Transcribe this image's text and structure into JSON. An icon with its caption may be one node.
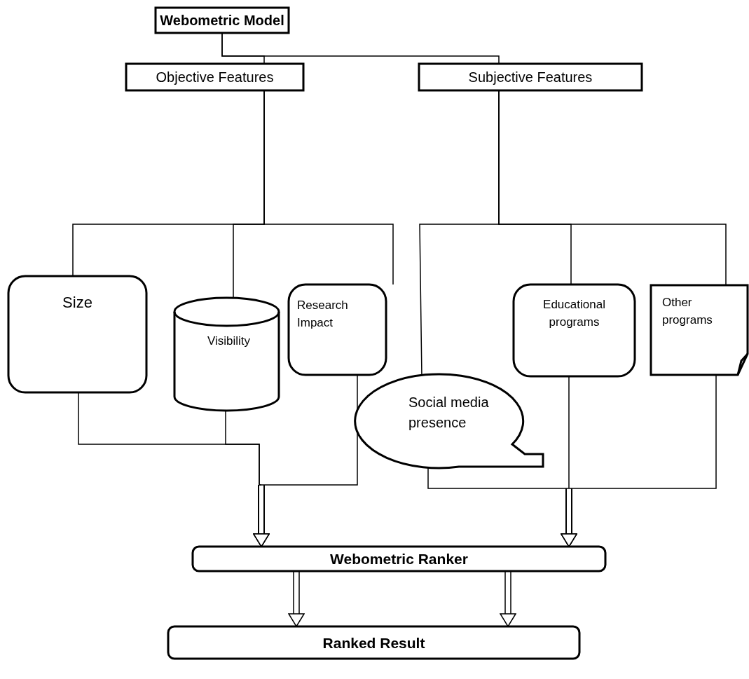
{
  "diagram": {
    "nodes": [
      {
        "text": [
          "Webometric Model"
        ]
      },
      {
        "text": [
          "Objective Features"
        ]
      },
      {
        "text": [
          "Subjective Features"
        ]
      },
      {
        "text": [
          "Size"
        ]
      },
      {
        "text": [
          "Visibility"
        ]
      },
      {
        "text": [
          "Research Impact"
        ]
      },
      {
        "text": [
          "Social media presence"
        ]
      },
      {
        "text": [
          "Educational programs"
        ]
      },
      {
        "text": [
          "Other programs"
        ]
      },
      {
        "text": [
          "Webometric Ranker"
        ]
      },
      {
        "text": [
          "Ranked Result"
        ]
      }
    ],
    "edges": [
      {
        "from": 0,
        "to": 1,
        "arrow": "none"
      },
      {
        "from": 0,
        "to": 2,
        "arrow": "none"
      },
      {
        "from": 1,
        "to": 3,
        "arrow": "none"
      },
      {
        "from": 1,
        "to": 4,
        "arrow": "none"
      },
      {
        "from": 1,
        "to": 5,
        "arrow": "none"
      },
      {
        "from": 2,
        "to": 6,
        "arrow": "none"
      },
      {
        "from": 2,
        "to": 7,
        "arrow": "none"
      },
      {
        "from": 2,
        "to": 8,
        "arrow": "none"
      },
      {
        "from": 3,
        "to": 9,
        "arrow": "to"
      },
      {
        "from": 4,
        "to": 9,
        "arrow": "to"
      },
      {
        "from": 5,
        "to": 9,
        "arrow": "to"
      },
      {
        "from": 6,
        "to": 9,
        "arrow": "to"
      },
      {
        "from": 7,
        "to": 9,
        "arrow": "to"
      },
      {
        "from": 8,
        "to": 9,
        "arrow": "to"
      },
      {
        "from": 9,
        "to": 10,
        "arrow": "to"
      },
      {
        "from": 9,
        "to": 10,
        "arrow": "to"
      }
    ]
  }
}
